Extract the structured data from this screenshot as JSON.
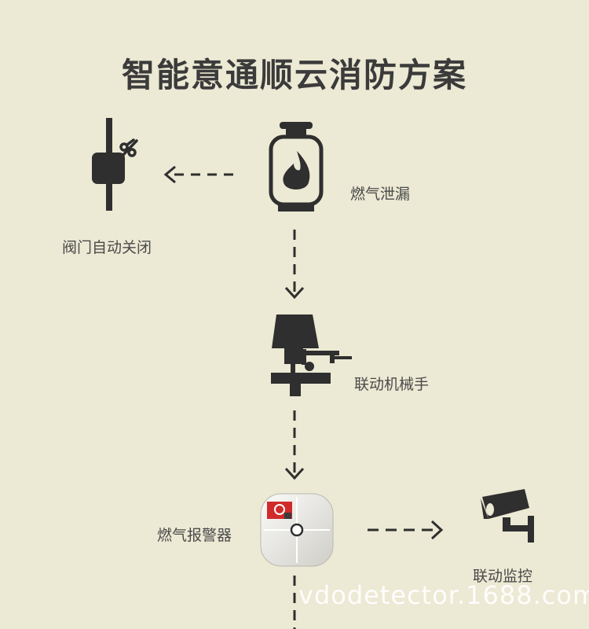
{
  "title": "智能意通顺云消防方案",
  "nodes": {
    "gas_leak": "燃气泄漏",
    "valve_close": "阀门自动关闭",
    "manipulator": "联动机械手",
    "gas_alarm": "燃气报警器",
    "monitoring": "联动监控"
  },
  "watermark": "vdodetector.1688.com",
  "colors": {
    "background": "#ece9d4",
    "icon": "#2f2f2f",
    "alarm_badge": "#d12a2a"
  },
  "icons": {
    "gas_leak": "gas-cylinder-flame-icon",
    "valve_close": "valve-icon",
    "manipulator": "valve-manipulator-icon",
    "gas_alarm": "gas-detector-icon",
    "monitoring": "security-camera-icon"
  }
}
